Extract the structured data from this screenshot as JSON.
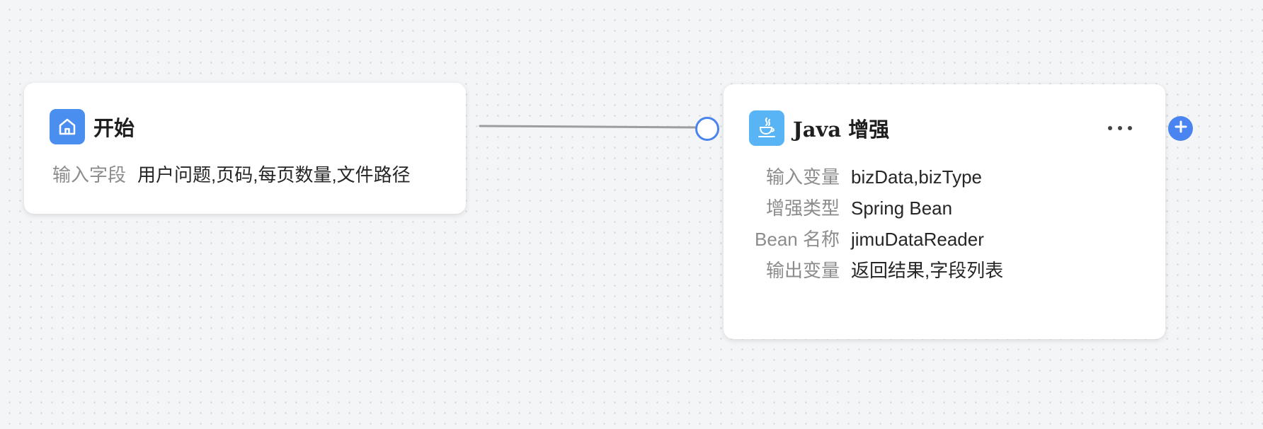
{
  "canvas": {
    "background": "#f4f5f7",
    "dot_color": "#d5d8de"
  },
  "nodes": {
    "start": {
      "title": "开始",
      "icon": "home-icon",
      "icon_color": "#4a8ff0",
      "fields": [
        {
          "label": "输入字段",
          "value": "用户问题,页码,每页数量,文件路径"
        }
      ]
    },
    "java": {
      "title": "Java 增强",
      "icon": "java-icon",
      "icon_color": "#59b4f5",
      "more_icon": "more-horizontal-icon",
      "fields": [
        {
          "label": "输入变量",
          "value": "bizData,bizType"
        },
        {
          "label": "增强类型",
          "value": "Spring Bean"
        },
        {
          "label": "Bean 名称",
          "value": "jimuDataReader"
        },
        {
          "label": "输出变量",
          "value": "返回结果,字段列表"
        }
      ]
    }
  },
  "connector": {
    "line_color": "#9e9e9e",
    "handle_color": "#4a84f0",
    "add_icon": "plus-icon"
  }
}
